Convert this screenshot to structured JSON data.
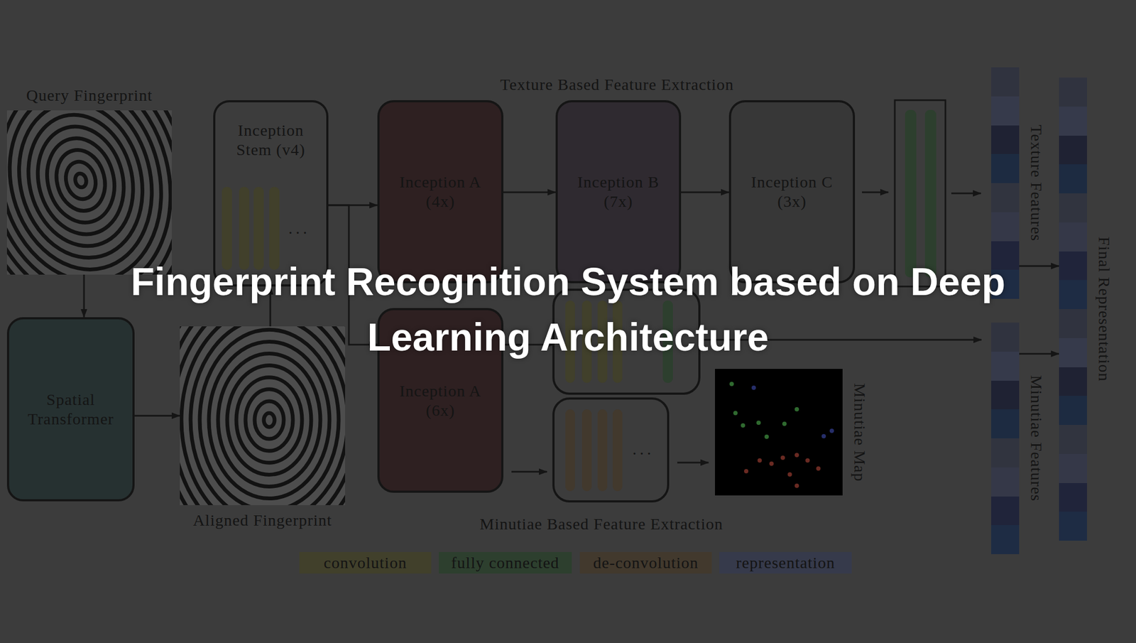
{
  "diagram": {
    "title": "Fingerprint Recognition System based on Deep Learning Architecture",
    "nodes": [
      {
        "text": [
          "Query Fingerprint"
        ]
      },
      {
        "text": [
          "Inception Stem (v4)"
        ]
      },
      {
        "text": [
          "Inception A (4x)"
        ]
      },
      {
        "text": [
          "Inception B (7x)"
        ]
      },
      {
        "text": [
          "Inception C (3x)"
        ]
      },
      {
        "text": [
          "Texture Features"
        ]
      },
      {
        "text": [
          "Final Representation"
        ]
      },
      {
        "text": [
          "Spatial Transformer"
        ]
      },
      {
        "text": [
          "Aligned Fingerprint"
        ]
      },
      {
        "text": [
          "Inception A (6x)"
        ]
      },
      {
        "text": [
          "Minutiae Map"
        ]
      },
      {
        "text": [
          "Minutiae Features"
        ]
      }
    ],
    "edges": [
      {
        "from": 0,
        "to": 7,
        "arrow": "to"
      },
      {
        "from": 7,
        "to": 8,
        "arrow": "to"
      },
      {
        "from": 8,
        "to": 1,
        "arrow": "to"
      },
      {
        "from": 1,
        "to": 2,
        "arrow": "to"
      },
      {
        "from": 1,
        "to": 9,
        "arrow": "to"
      },
      {
        "from": 2,
        "to": 3,
        "arrow": "to"
      },
      {
        "from": 3,
        "to": 4,
        "arrow": "to"
      },
      {
        "from": 5,
        "to": 6,
        "arrow": "to"
      },
      {
        "from": 11,
        "to": 6,
        "arrow": "to"
      }
    ],
    "labels": [
      "Texture Based Feature Extraction",
      "...",
      "...",
      "Minutiae Based Feature Extraction"
    ],
    "legend": [
      {
        "text": "convolution",
        "color": "#41402b"
      },
      {
        "text": "fully connected",
        "color": "#2d3f2e"
      },
      {
        "text": "de-convolution",
        "color": "#42392d"
      },
      {
        "text": "representation",
        "color": "#363a4b"
      }
    ]
  }
}
